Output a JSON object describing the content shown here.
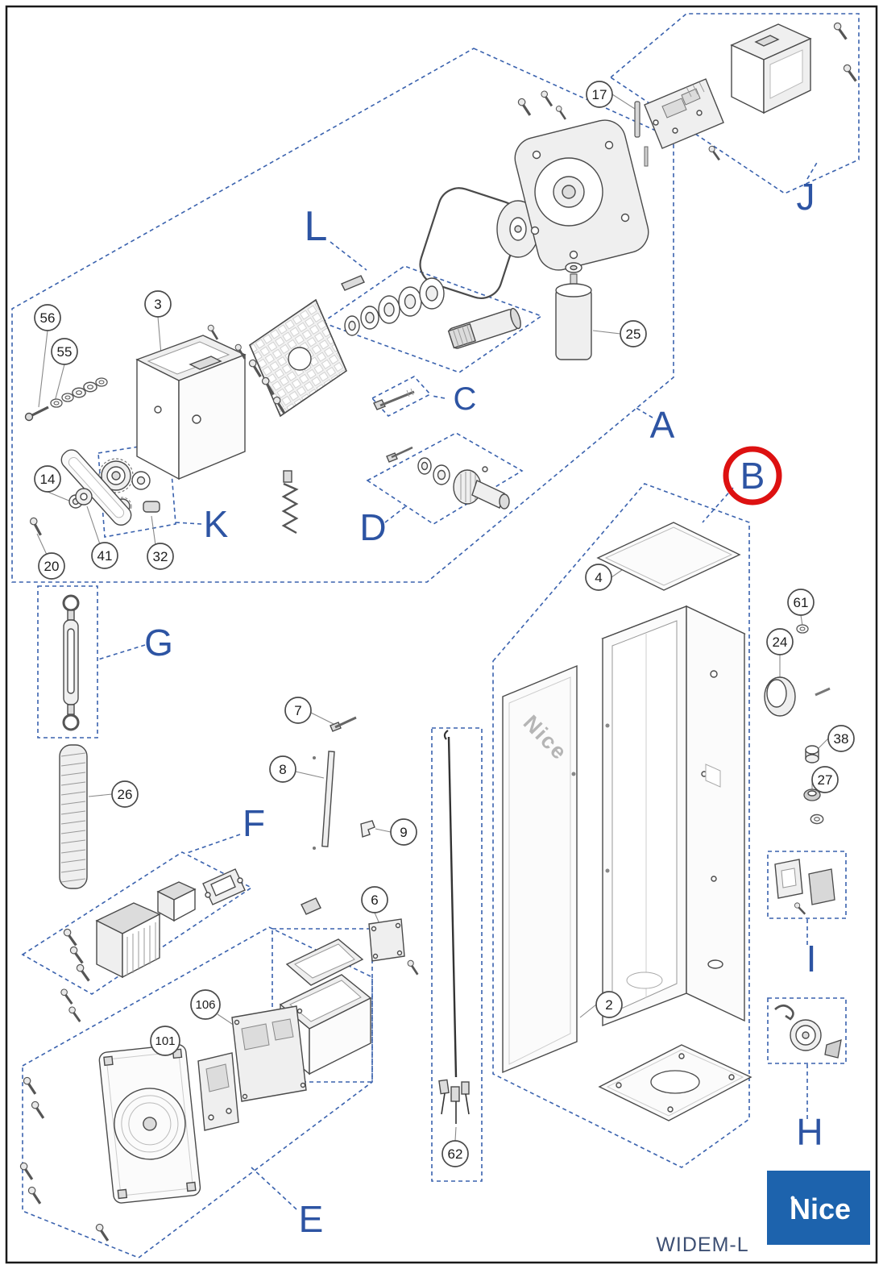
{
  "footer": {
    "model": "WIDEM-L",
    "logo": "Nice"
  },
  "door": {
    "brand": "Nice"
  },
  "highlight": {
    "section": "B",
    "color": "#dd1111"
  },
  "colors": {
    "label_blue": "#2d54a3",
    "dash_blue": "#3a62ae",
    "logo_bg": "#1d63ad",
    "footer_text": "#3d4f73"
  },
  "sections": {
    "A": "A",
    "B": "B",
    "C": "C",
    "D": "D",
    "E": "E",
    "F": "F",
    "G": "G",
    "H": "H",
    "I": "I",
    "J": "J",
    "K": "K",
    "L": "L"
  },
  "callouts": {
    "n2": "2",
    "n3": "3",
    "n4": "4",
    "n6": "6",
    "n7": "7",
    "n8": "8",
    "n9": "9",
    "n14": "14",
    "n17": "17",
    "n20": "20",
    "n24": "24",
    "n25": "25",
    "n26": "26",
    "n27": "27",
    "n32": "32",
    "n38": "38",
    "n41": "41",
    "n55": "55",
    "n56": "56",
    "n61": "61",
    "n62": "62",
    "n101": "101",
    "n106": "106"
  }
}
